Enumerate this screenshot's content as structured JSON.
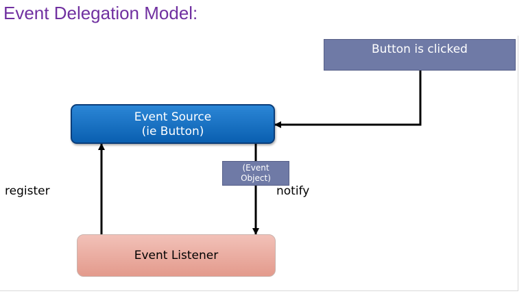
{
  "title": "Event Delegation Model:",
  "nodes": {
    "trigger": "Button is clicked",
    "source_line1": "Event Source",
    "source_line2": "(ie Button)",
    "event_object_line1": "(Event",
    "event_object_line2": "Object)",
    "listener": "Event Listener"
  },
  "edges": {
    "register_label": "register",
    "notify_label": "notify"
  },
  "colors": {
    "title": "#7030a0",
    "trigger_box": "#6f7aa6",
    "source_box": "#0a6ac4",
    "listener_box": "#eaa99c",
    "arrow": "#000000"
  }
}
